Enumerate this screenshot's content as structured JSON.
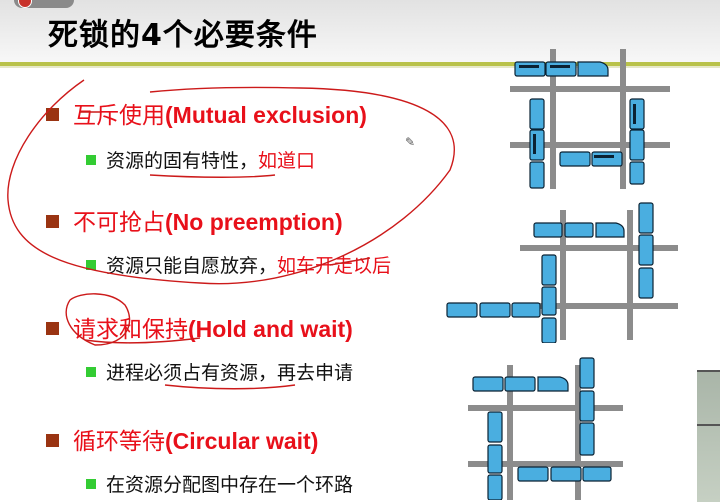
{
  "slide": {
    "title": "死锁的4个必要条件",
    "accent_rule_color": "#b9c24a",
    "conditions": [
      {
        "zh": "互斥使用",
        "en": "(Mutual exclusion)",
        "detail": "资源的固有特性，",
        "detail_red": "如道口"
      },
      {
        "zh": "不可抢占",
        "en": "(No preemption)",
        "detail": "资源只能自愿放弃，",
        "detail_red": "如车开走以后"
      },
      {
        "zh": "请求和保持",
        "en": "(Hold and wait)",
        "detail": "进程必须占有资源，再去申请",
        "detail_red": ""
      },
      {
        "zh": "循环等待",
        "en": "(Circular wait)",
        "detail": "在资源分配图中存在一个环路",
        "detail_red": ""
      }
    ],
    "colors": {
      "heading_red": "#e8101a",
      "level1_bullet": "#9a3412",
      "level2_bullet": "#33cc33",
      "train_blue": "#4aaee0",
      "road_gray": "#8c8c8c",
      "annotation_ink": "#cc1a1a"
    },
    "diagrams": [
      {
        "name": "gridlock-diagram-1",
        "description": "four trains blocking intersection"
      },
      {
        "name": "gridlock-diagram-2",
        "description": "trains blocking intersection with one leaving"
      },
      {
        "name": "gridlock-diagram-3",
        "description": "trains in circular wait around intersection"
      }
    ]
  }
}
